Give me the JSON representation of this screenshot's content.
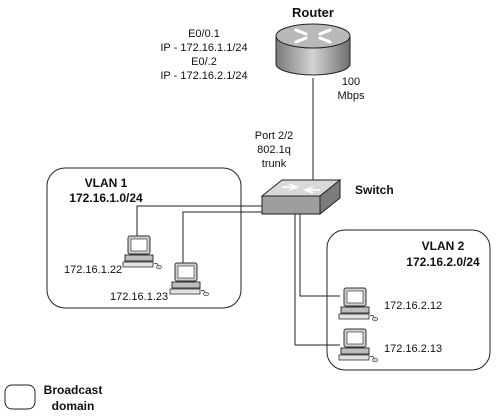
{
  "router": {
    "title": "Router",
    "sub1_if": "E0/0.1",
    "sub1_ip": "IP - 172.16.1.1/24",
    "sub2_if": "E0/.2",
    "sub2_ip": "IP - 172.16.2.1/24",
    "speed_value": "100",
    "speed_unit": "Mbps"
  },
  "trunk": {
    "port": "Port 2/2",
    "protocol": "802.1q",
    "type": "trunk"
  },
  "switch": {
    "title": "Switch"
  },
  "vlan1": {
    "name": "VLAN 1",
    "subnet": "172.16.1.0/24",
    "hosts": [
      "172.16.1.22",
      "172.16.1.23"
    ]
  },
  "vlan2": {
    "name": "VLAN 2",
    "subnet": "172.16.2.0/24",
    "hosts": [
      "172.16.2.12",
      "172.16.2.13"
    ]
  },
  "legend": {
    "line1": "Broadcast",
    "line2": "domain"
  }
}
